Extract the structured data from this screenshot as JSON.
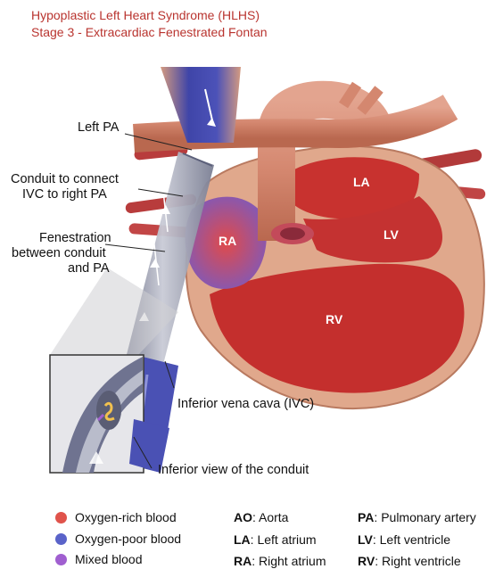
{
  "title": {
    "line1": "Hypoplastic Left Heart Syndrome (HLHS)",
    "line2": "Stage 3 - Extracardiac Fenestrated Fontan"
  },
  "labels": {
    "left_pa": "Left PA",
    "conduit_1": "Conduit to connect",
    "conduit_2": "IVC to right PA",
    "fenestration_1": "Fenestration",
    "fenestration_2": "between conduit",
    "fenestration_3": "and PA",
    "ivc": "Inferior vena cava (IVC)",
    "inferior_view": "Inferior view of the conduit"
  },
  "chambers": {
    "la": "LA",
    "lv": "LV",
    "ra": "RA",
    "rv": "RV"
  },
  "legend": {
    "colors": [
      {
        "label": "Oxygen-rich blood",
        "color": "#e0534b"
      },
      {
        "label": "Oxygen-poor blood",
        "color": "#5a63c9"
      },
      {
        "label": "Mixed blood",
        "color": "#a05fd0"
      }
    ],
    "abbreviations": [
      {
        "abbr": "AO",
        "text": ": Aorta"
      },
      {
        "abbr": "LA",
        "text": ": Left atrium"
      },
      {
        "abbr": "RA",
        "text": ": Right atrium"
      },
      {
        "abbr": "PA",
        "text": ": Pulmonary artery"
      },
      {
        "abbr": "LV",
        "text": ": Left ventricle"
      },
      {
        "abbr": "RV",
        "text": ": Right ventricle"
      }
    ]
  }
}
